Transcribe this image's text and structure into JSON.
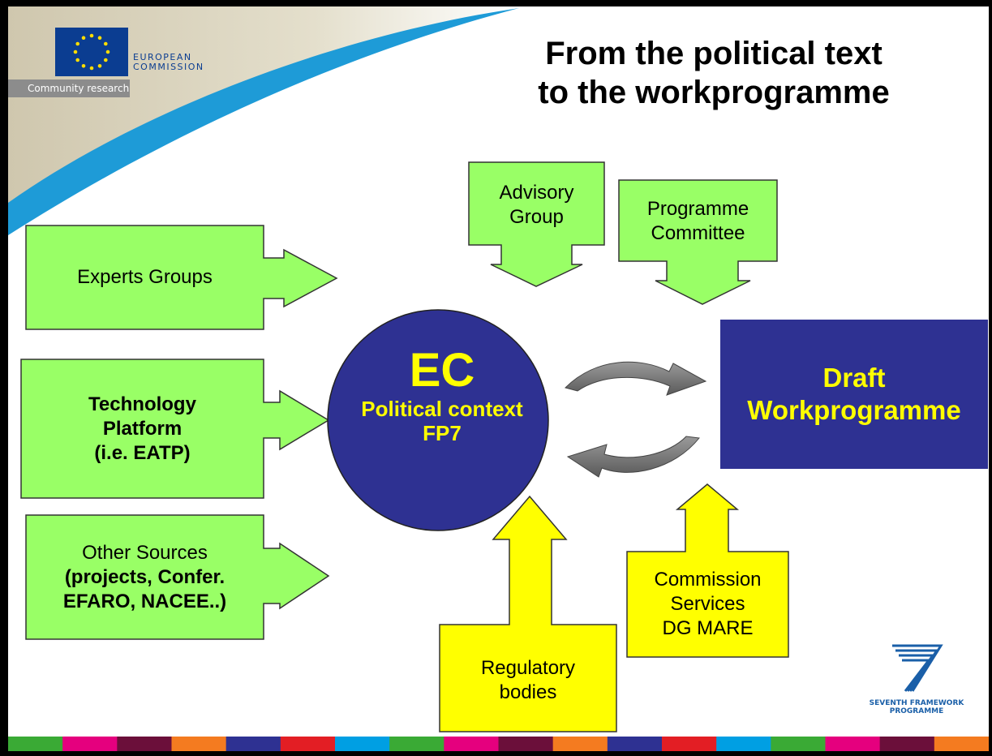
{
  "title": {
    "line1": "From the political text",
    "line2": "to the workprogramme"
  },
  "branding": {
    "org_line1": "EUROPEAN",
    "org_line2": "COMMISSION",
    "subtitle": "Community research",
    "fp7_line1": "SEVENTH FRAMEWORK",
    "fp7_line2": "PROGRAMME"
  },
  "inputs_left": [
    {
      "id": "experts",
      "lines": [
        "Experts Groups"
      ],
      "bold_from": 99
    },
    {
      "id": "platform",
      "lines": [
        "Technology",
        "Platform",
        "(i.e. EATP)"
      ],
      "bold_from": 0
    },
    {
      "id": "other",
      "lines": [
        "Other Sources",
        "(projects, Confer.",
        "EFARO, NACEE..)"
      ],
      "bold_from": 1
    }
  ],
  "inputs_top": [
    {
      "id": "advisory",
      "lines": [
        "Advisory",
        "Group"
      ]
    },
    {
      "id": "committee",
      "lines": [
        "Programme",
        "Committee"
      ]
    }
  ],
  "inputs_bottom": [
    {
      "id": "regulatory",
      "lines": [
        "Regulatory",
        "bodies"
      ]
    },
    {
      "id": "commission",
      "lines": [
        "Commission",
        "Services",
        "DG MARE"
      ]
    }
  ],
  "center": {
    "big": "EC",
    "line1": "Political context",
    "line2": "FP7"
  },
  "target": {
    "line1": "Draft",
    "line2": "Workprogramme"
  },
  "colors": {
    "green_box": "#99ff66",
    "yellow_box": "#ffff00",
    "navy": "#2e3192",
    "label_yellow": "#ffff00",
    "cycle_arrow": "#7f7f7f"
  },
  "stripe_colors": [
    "#3aaa35",
    "#e5007e",
    "#6b0f3a",
    "#f47b20",
    "#2e3192",
    "#e31e24",
    "#009fe3",
    "#3aaa35",
    "#e5007e",
    "#6b0f3a",
    "#f47b20",
    "#2e3192",
    "#e31e24",
    "#009fe3",
    "#3aaa35",
    "#e5007e",
    "#6b0f3a",
    "#f47b20"
  ]
}
